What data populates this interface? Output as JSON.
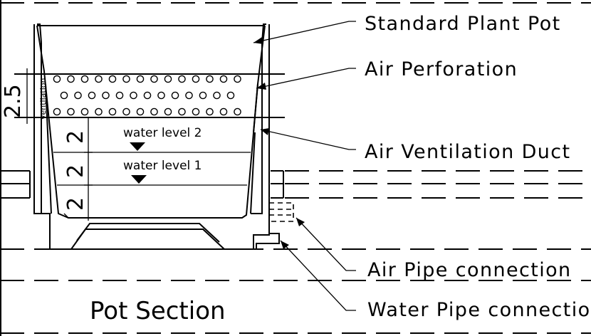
{
  "callouts": {
    "standard_plant_pot": "Standard Plant Pot",
    "air_perforation": "Air Perforation",
    "air_ventilation_duct": "Air Ventilation Duct",
    "air_pipe_connection": "Air Pipe connection",
    "water_pipe_connection": "Water Pipe connection"
  },
  "water_levels": {
    "level_2": "water level 2",
    "level_1": "water level 1"
  },
  "dimensions": {
    "perforation_band": "2.5",
    "level_gap_top": "2",
    "level_gap_middle": "2",
    "level_gap_bottom": "2"
  },
  "ventilation_label": "ventilation",
  "drawing_title": "Pot Section"
}
